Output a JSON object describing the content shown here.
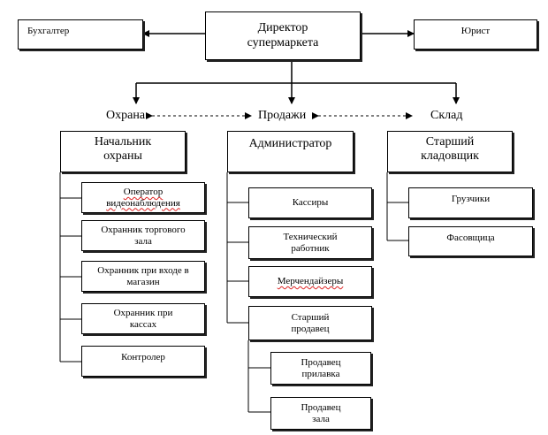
{
  "top": {
    "director": "Директор супермаркета",
    "accountant": "Бухгалтер",
    "lawyer": "Юрист"
  },
  "departments": {
    "security": "Охрана",
    "sales": "Продажи",
    "warehouse": "Склад"
  },
  "security": {
    "head": "Начальник охраны",
    "items": [
      "Оператор видеонаблюдения",
      "Охранник торгового зала",
      "Охранник при входе в магазин",
      "Охранник при кассах",
      "Контролер"
    ]
  },
  "sales": {
    "head": "Администратор",
    "items": [
      "Кассиры",
      "Технический работник",
      "Мерчендайзеры",
      "Старший продавец"
    ],
    "senior_seller_items": [
      "Продавец прилавка",
      "Продавец зала"
    ]
  },
  "warehouse": {
    "head": "Старший кладовщик",
    "items": [
      "Грузчики",
      "Фасовщица"
    ]
  }
}
